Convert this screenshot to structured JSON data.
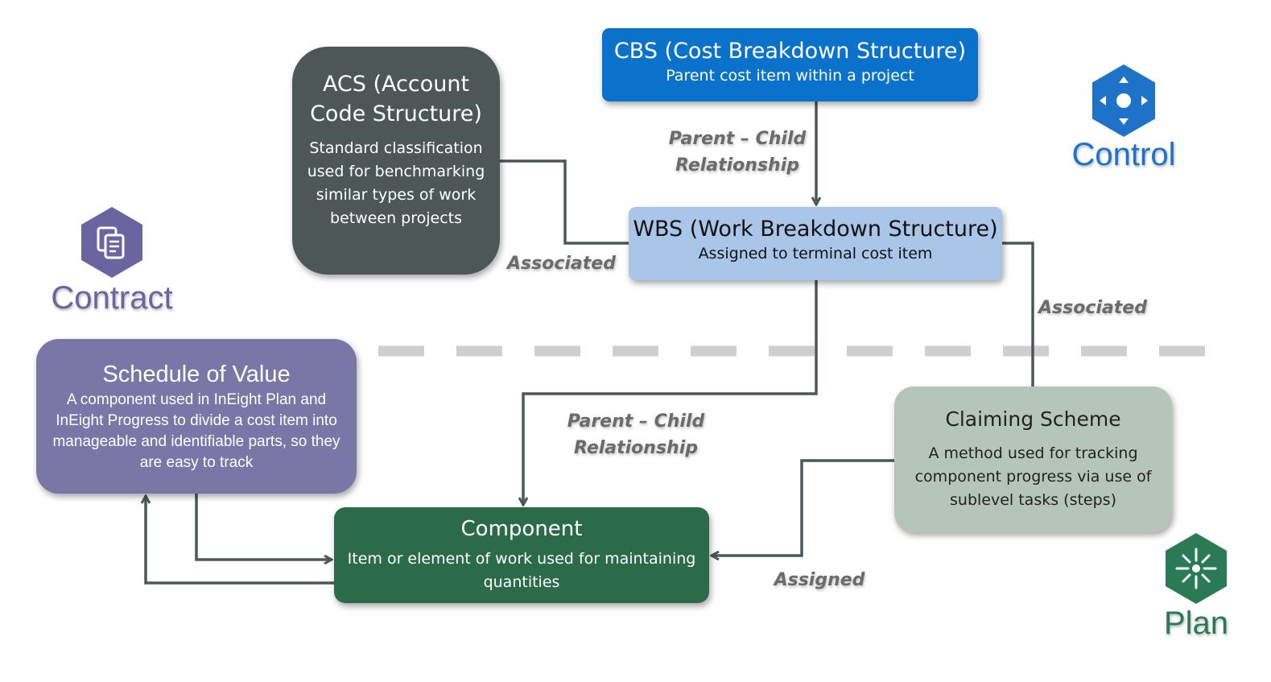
{
  "colors": {
    "cbs": "#0b72cc",
    "acs": "#4e5757",
    "wbs": "#a9c6e8",
    "schedule_of_value": "#7a76a8",
    "claiming_scheme": "#b6c5b9",
    "component": "#2c6b4a",
    "connector": "#4a5858",
    "divider": "#cfcfcf",
    "control_brand": "#1e73c8",
    "contract_brand": "#6a64a0",
    "plan_brand": "#2a7a55"
  },
  "brands": {
    "control": {
      "label": "Control",
      "icon": "control-compass-icon"
    },
    "contract": {
      "label": "Contract",
      "icon": "contract-documents-icon"
    },
    "plan": {
      "label": "Plan",
      "icon": "plan-burst-icon"
    }
  },
  "nodes": {
    "cbs": {
      "title": "CBS (Cost Breakdown Structure)",
      "desc": "Parent cost item within a project"
    },
    "acs": {
      "title": "ACS (Account Code Structure)",
      "desc": "Standard classification used for benchmarking similar types of work between projects"
    },
    "wbs": {
      "title": "WBS (Work Breakdown Structure)",
      "desc": "Assigned to terminal cost item"
    },
    "schedule_of_value": {
      "title": "Schedule of Value",
      "desc": "A component used in InEight Plan and InEight Progress to divide a cost item into manageable and identifiable parts, so they are easy to track"
    },
    "claiming_scheme": {
      "title": "Claiming Scheme",
      "desc": "A method used for tracking component progress via use of sublevel tasks (steps)"
    },
    "component": {
      "title": "Component",
      "desc": "Item or element of work used for maintaining quantities"
    }
  },
  "edges": {
    "cbs_wbs": {
      "label_line1": "Parent – Child",
      "label_line2": "Relationship"
    },
    "acs_wbs": {
      "label": "Associated"
    },
    "wbs_claim": {
      "label": "Associated"
    },
    "wbs_component": {
      "label_line1": "Parent – Child",
      "label_line2": "Relationship"
    },
    "claim_component": {
      "label": "Assigned"
    }
  }
}
